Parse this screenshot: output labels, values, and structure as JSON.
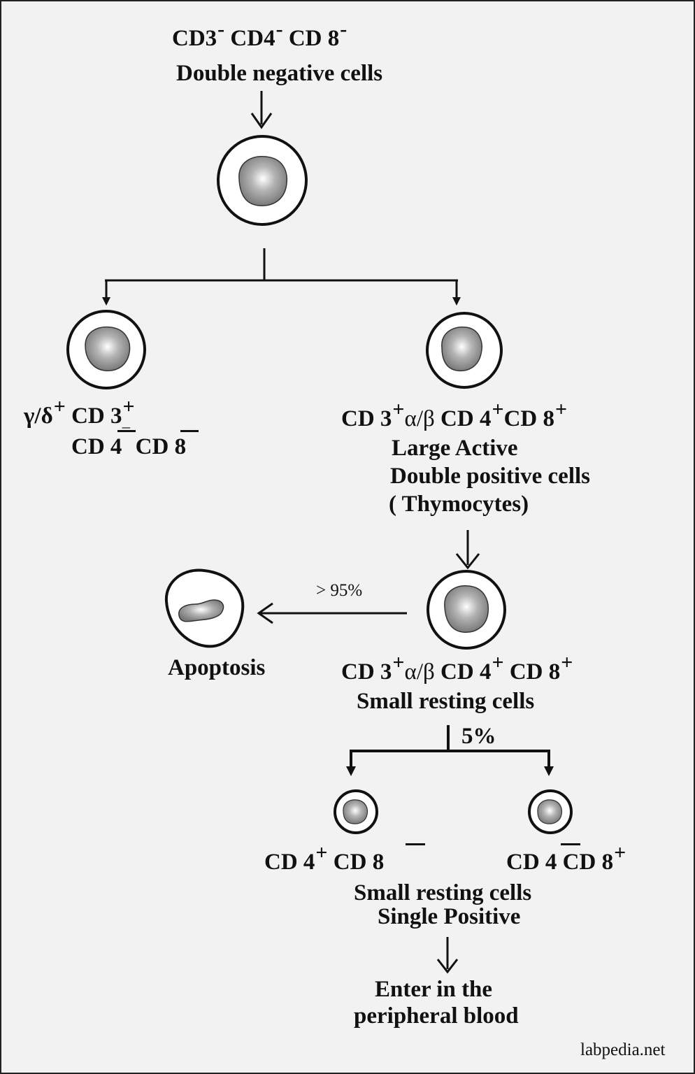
{
  "top": {
    "markers": [
      "CD3",
      "CD4",
      "CD 8"
    ],
    "title": "Double negative cells"
  },
  "left_branch": {
    "line1_gamma": "γ/δ",
    "line1_cd3": "CD 3",
    "line2_cd4": "CD 4",
    "line2_cd8": "CD 8"
  },
  "right_branch": {
    "cd3": "CD 3",
    "alphabeta": "α/β",
    "cd4": "CD 4",
    "cd8": "CD 8",
    "lines": [
      "Large Active",
      "Double positive cells",
      "( Thymocytes)"
    ]
  },
  "apoptosis": {
    "percent": "> 95%",
    "label": "Apoptosis"
  },
  "resting": {
    "cd3": "CD 3",
    "alphabeta": "α/β",
    "cd4": "CD 4",
    "cd8": "CD 8",
    "label": "Small resting cells",
    "percent": "5%"
  },
  "single_positive": {
    "left_cd4": "CD 4",
    "left_cd8": "CD 8",
    "right_cd4": "CD 4",
    "right_cd8": "CD 8",
    "line1": "Small resting cells",
    "line2": "Single Positive"
  },
  "final": {
    "line1": "Enter in the",
    "line2": "peripheral blood"
  },
  "watermark": "labpedia.net"
}
